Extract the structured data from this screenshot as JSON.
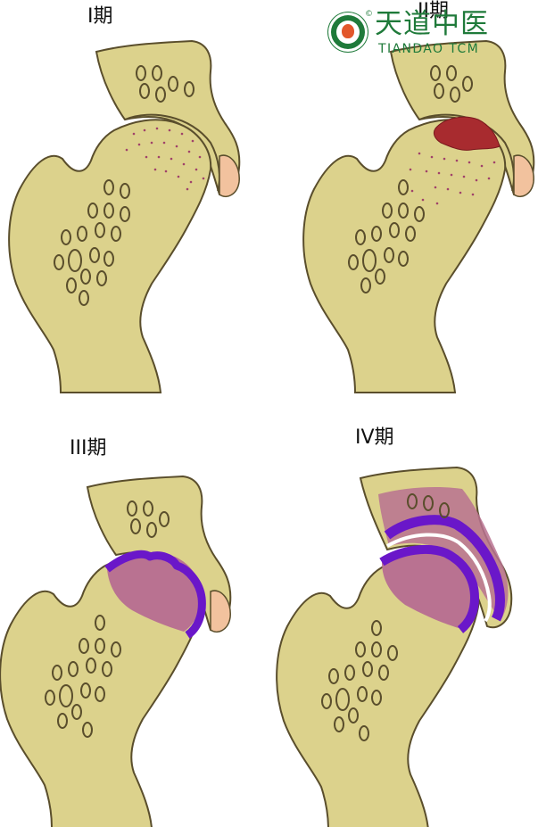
{
  "stages": [
    {
      "label": "I期",
      "description_visible": "",
      "lesion": "speckled"
    },
    {
      "label": "II期",
      "lesion": "dark-red"
    },
    {
      "label": "III期",
      "lesion": "purple-collapse"
    },
    {
      "label": "IV期",
      "lesion": "joint-involvement"
    }
  ],
  "logo": {
    "name_cn": "天道中医",
    "name_en": "TIANDAO TCM",
    "registered_mark": "©"
  },
  "colors": {
    "bone": "#dcd28c",
    "bone_outline": "#5a4e2c",
    "cartilage": "#f2c29e",
    "necrosis_dark": "#a82b2f",
    "necrosis_pink": "#b97291",
    "collapse_purple": "#6a17c9",
    "brand_green": "#1f7a3a"
  }
}
